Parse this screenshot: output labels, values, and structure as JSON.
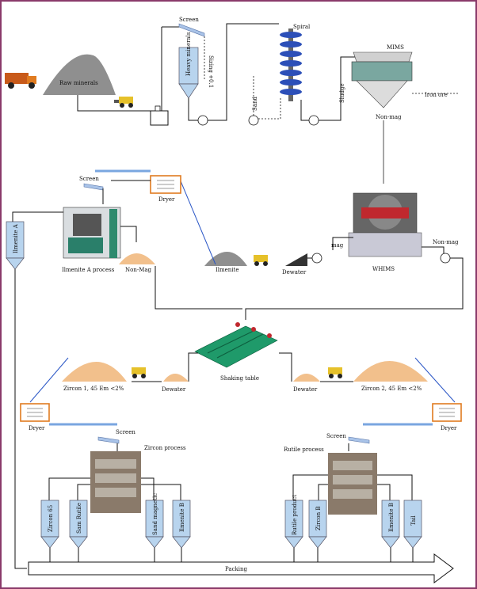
{
  "labels": {
    "screen_top": "Screen",
    "spiral": "Spiral",
    "mims": "MIMS",
    "raw_minerals": "Raw minerals",
    "non_mag_top": "Non-mag",
    "iron_ore": "Iron ore",
    "sand": "Sand",
    "sludge_tank": "Sludge",
    "sizing_vert": "Sizing +0.1",
    "heavy_minerals_vert": "Heavy minerals",
    "screen_mid": "Screen",
    "dryer_mid": "Dryer",
    "ilmenite_a_silo": "Ilmenite A",
    "ilmenite_a_process": "Ilmenite A process",
    "non_mag_mid": "Non-Mag",
    "ilmenite_pile": "Ilmenite",
    "dewater_mid": "Dewater",
    "whims": "WHIMS",
    "mag": "mag",
    "non_mag_right": "Non-mag",
    "shaking_table": "Shaking table",
    "zircon_1": "Zircon 1, 45 Em <2%",
    "zircon_2": "Zircon 2, 45 Em <2%",
    "dewater_left": "Dewater",
    "dewater_right": "Dewater",
    "dryer_left": "Dryer",
    "dryer_right": "Dryer",
    "screen_left": "Screen",
    "screen_right": "Screen",
    "zircon_process": "Zircon process",
    "rutile_process": "Rutile process",
    "silo_zircon_65": "Zircon 65",
    "silo_sam_rutile": "Sam Rutile",
    "silo_sand_magnetic": "Sand magnetic",
    "silo_ilmenite_b_left": "Ilmenite B",
    "silo_rutile_product": "Rutile product",
    "silo_zircon_b": "Zircon B",
    "silo_ilmenite_b_right": "Ilmenite B",
    "silo_tail": "Tail",
    "packing": "Packing"
  },
  "colors": {
    "border": "#8a3a6a",
    "pile_grey": "#8f8f8f",
    "pile_sand": "#f2c08c",
    "table_green": "#1f9a6a",
    "silo_blue": "#b8d4ee",
    "dryer_orange": "#e07b20",
    "truck_yellow": "#e6c12a",
    "spiral_blue": "#2c4fb8"
  }
}
